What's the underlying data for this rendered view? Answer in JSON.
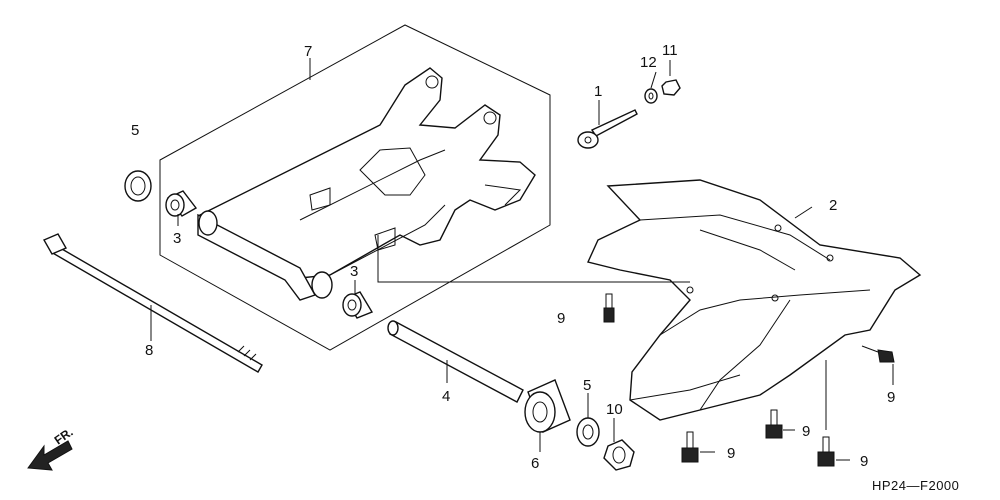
{
  "diagram_code": "HP24—F2000",
  "direction_label": "FR.",
  "icons": {
    "direction": "front-direction-arrow-icon"
  },
  "callouts": {
    "c1": "1",
    "c2": "2",
    "c3a": "3",
    "c3b": "3",
    "c4": "4",
    "c5a": "5",
    "c5b": "5",
    "c6": "6",
    "c7": "7",
    "c8": "8",
    "c9a": "9",
    "c9b": "9",
    "c9c": "9",
    "c9d": "9",
    "c9e": "9",
    "c10": "10",
    "c11": "11",
    "c12": "12"
  }
}
